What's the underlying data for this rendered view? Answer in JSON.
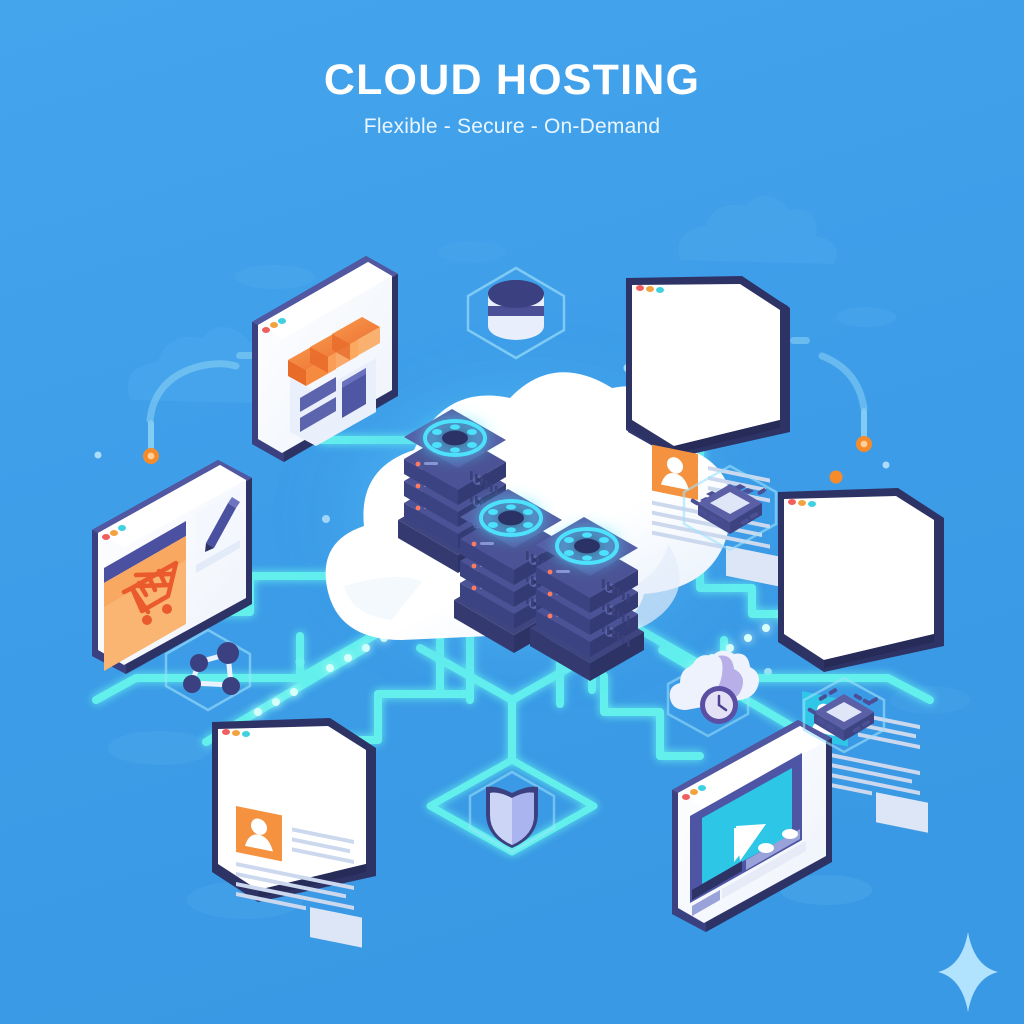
{
  "header": {
    "title": "CLOUD HOSTING",
    "subtitle": "Flexible - Secure - On-Demand"
  },
  "theme": {
    "background": "#3fa0ea",
    "background_deep": "#2f8fd8",
    "cloud_white": "#ffffff",
    "glow_cyan": "#5ef4f0",
    "circuit_cyan": "#63f5ef",
    "server_dark": "#3a3f78",
    "server_mid": "#4b5396",
    "server_light": "#5d66ad",
    "accent_orange": "#f58a3c",
    "accent_orange_deep": "#ef6f2c",
    "chip_purple": "#5b5fa6",
    "window_chrome": "#4a4e8f",
    "text_line": "#c9d6ee"
  },
  "scene": {
    "cloud_label": "central-cloud",
    "servers": [
      {
        "name": "server-rack-left",
        "units": 3
      },
      {
        "name": "server-rack-center",
        "units": 3
      },
      {
        "name": "server-rack-right",
        "units": 3
      }
    ],
    "windows": [
      {
        "id": "storefront",
        "name": "browser-window-storefront",
        "content": "shop-storefront-awning"
      },
      {
        "id": "profile_top_right",
        "name": "browser-window-profile-orange",
        "content": "user-profile-article"
      },
      {
        "id": "ecommerce_cart",
        "name": "browser-window-cart",
        "content": "shopping-cart-editor"
      },
      {
        "id": "profile_right",
        "name": "browser-window-profile-cyan",
        "content": "user-profile-article"
      },
      {
        "id": "profile_bottom",
        "name": "browser-window-profile-bottom",
        "content": "user-profile-article"
      },
      {
        "id": "video_player",
        "name": "browser-window-video",
        "content": "video-player-play"
      }
    ],
    "icons": [
      {
        "id": "database",
        "name": "database-icon",
        "label": "Database"
      },
      {
        "id": "cpu_right",
        "name": "cpu-chip-icon",
        "label": "Processor"
      },
      {
        "id": "cpu_bottom",
        "name": "cpu-chip-icon-2",
        "label": "Processor"
      },
      {
        "id": "shield",
        "name": "shield-icon",
        "label": "Security"
      },
      {
        "id": "network",
        "name": "network-node-icon",
        "label": "Network"
      },
      {
        "id": "cloud_clock",
        "name": "cloud-clock-icon",
        "label": "Uptime"
      },
      {
        "id": "sparkle",
        "name": "sparkle-icon",
        "label": "Sparkle"
      }
    ]
  }
}
